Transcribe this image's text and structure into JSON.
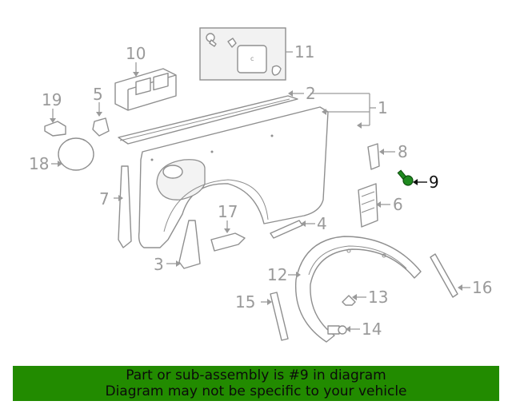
{
  "highlighted_part": "9",
  "labels": {
    "p1": "1",
    "p2": "2",
    "p3": "3",
    "p4": "4",
    "p5": "5",
    "p6": "6",
    "p7": "7",
    "p8": "8",
    "p9": "9",
    "p10": "10",
    "p11": "11",
    "p12": "12",
    "p13": "13",
    "p14": "14",
    "p15": "15",
    "p16": "16",
    "p17": "17",
    "p18": "18",
    "p19": "19"
  },
  "banner": {
    "line1": "Part or sub-assembly is #9 in diagram",
    "line2": "Diagram may not be specific to your vehicle",
    "color": "#228b00"
  },
  "colors": {
    "line": "#8f8f8f",
    "label": "#9a9a9a",
    "highlight": "#111111",
    "part9": "#1f8a1f"
  }
}
